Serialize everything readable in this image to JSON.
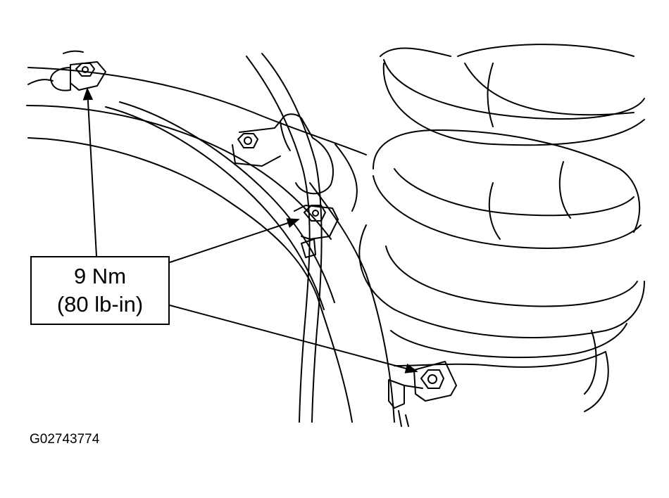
{
  "callout": {
    "torque_nm": "9 Nm",
    "torque_lbin": "(80 lb-in)"
  },
  "figure": {
    "id": "G02743774"
  },
  "colors": {
    "line": "#000000",
    "background": "#ffffff"
  },
  "icons": [
    "bolt-icon",
    "nut-icon",
    "clip-icon",
    "arrow-icon"
  ]
}
